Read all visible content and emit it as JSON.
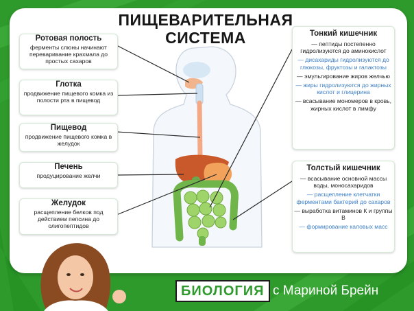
{
  "title": {
    "line1": "ПИЩЕВАРИТЕЛЬНАЯ",
    "line2": "СИСТЕМА"
  },
  "left_boxes": [
    {
      "heading": "Ротовая полость",
      "text": "ферменты слюны начинают переваривание крахмала до простых сахаров"
    },
    {
      "heading": "Глотка",
      "text": "продвижение пищевого комка из полости рта в пищевод"
    },
    {
      "heading": "Пищевод",
      "text": "продвижение пищевого комка в желудок"
    },
    {
      "heading": "Печень",
      "text": "продуцирование желчи"
    },
    {
      "heading": "Желудок",
      "text": "расщепление белков под действием пепсина до олигопептидов"
    }
  ],
  "small_intestine": {
    "heading": "Тонкий кишечник",
    "items": [
      {
        "text": "— пептиды постепенно гидролизуются до аминокислот",
        "style": "black"
      },
      {
        "text": "— дисахариды гидролизуются до глюкозы, фруктозы и галактозы",
        "style": "blue"
      },
      {
        "text": "— эмульгирование жиров желчью",
        "style": "black"
      },
      {
        "text": "— жиры гидролизуются до жирных кислот и глицерина",
        "style": "blue"
      },
      {
        "text": "— всасывание мономеров в кровь, жирных кислот в лимфу",
        "style": "black"
      }
    ]
  },
  "large_intestine": {
    "heading": "Толстый кишечник",
    "items": [
      {
        "text": "— всасывание основной массы воды, моносахаридов",
        "style": "black"
      },
      {
        "text": "— расщепление клетчатки ферментами бактерий до сахаров",
        "style": "blue"
      },
      {
        "text": "— выработка витаминов К и группы В",
        "style": "black"
      },
      {
        "text": "— формирование каловых масс",
        "style": "blue"
      }
    ]
  },
  "branding": {
    "subject": "БИОЛОГИЯ",
    "author": "с Мариной Брейн"
  },
  "colors": {
    "background_green": "#2f9a2c",
    "card": "#ffffff",
    "blue_text": "#3b7ec7",
    "liver": "#c9592a",
    "intestine_green": "#7cc24a",
    "stomach_orange": "#f2a25a"
  }
}
